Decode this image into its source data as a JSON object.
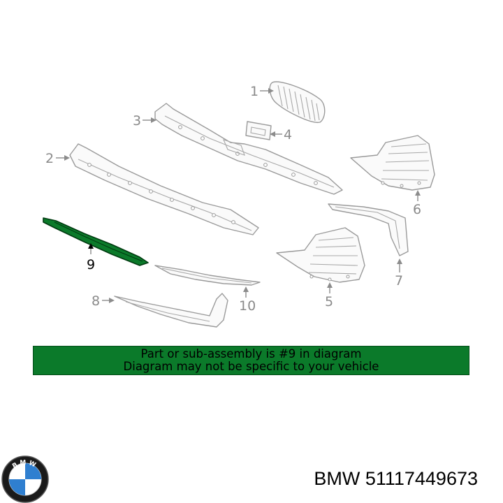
{
  "callouts": [
    {
      "id": "1",
      "label": "1"
    },
    {
      "id": "2",
      "label": "2"
    },
    {
      "id": "3",
      "label": "3"
    },
    {
      "id": "4",
      "label": "4"
    },
    {
      "id": "5",
      "label": "5"
    },
    {
      "id": "6",
      "label": "6"
    },
    {
      "id": "7",
      "label": "7"
    },
    {
      "id": "8",
      "label": "8"
    },
    {
      "id": "9",
      "label": "9"
    },
    {
      "id": "10",
      "label": "10"
    }
  ],
  "highlighted_part": "9",
  "banner": {
    "line1": "Part or sub-assembly is #9 in diagram",
    "line2": "Diagram may not be specific to your vehicle"
  },
  "brand": {
    "name": "BMW",
    "part_number": "51117449673",
    "logo_letters": "BMW",
    "logo_icon": "bmw-roundel-icon"
  },
  "colors": {
    "banner_bg": "#0b7a2a",
    "highlight_part": "#0b7a2a",
    "line_art": "#9a9a9a"
  }
}
